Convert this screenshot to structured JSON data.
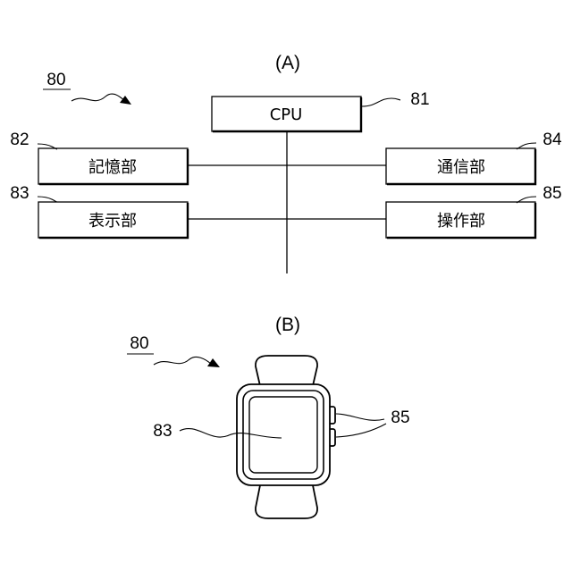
{
  "panel_a": {
    "label": "(A)",
    "ref_device": "80",
    "blocks": {
      "cpu": {
        "label": "CPU",
        "ref": "81"
      },
      "storage": {
        "label": "記憶部",
        "ref": "82"
      },
      "display": {
        "label": "表示部",
        "ref": "83"
      },
      "comm": {
        "label": "通信部",
        "ref": "84"
      },
      "operation": {
        "label": "操作部",
        "ref": "85"
      }
    }
  },
  "panel_b": {
    "label": "(B)",
    "ref_device": "80",
    "ref_display": "83",
    "ref_buttons": "85"
  }
}
